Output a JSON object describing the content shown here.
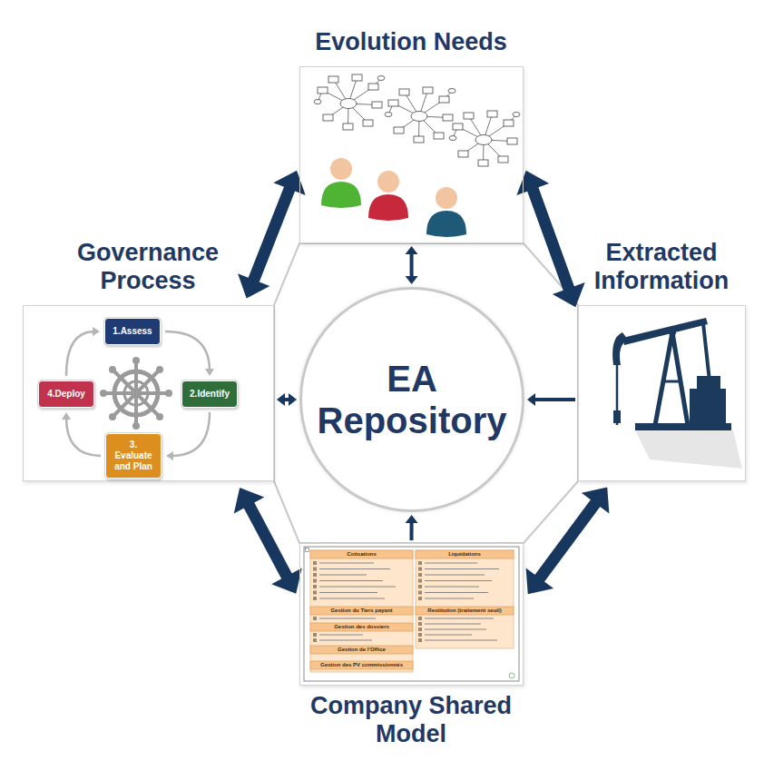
{
  "diagram": {
    "nodes": [
      {
        "text": [
          "Evolution Needs"
        ]
      },
      {
        "text": [
          "Governance Process"
        ]
      },
      {
        "text": [
          "1.Assess"
        ],
        "in": 1
      },
      {
        "text": [
          "2.Identify"
        ],
        "in": 1
      },
      {
        "text": [
          "3. Evaluate and Plan"
        ],
        "in": 1
      },
      {
        "text": [
          "4.Deploy"
        ],
        "in": 1
      },
      {
        "text": [
          "EA Repository"
        ]
      },
      {
        "text": [
          "Extracted Information"
        ]
      },
      {
        "text": [
          "Company Shared Model"
        ]
      }
    ],
    "edges": [
      {
        "from": 1,
        "to": 0,
        "arrow": "both"
      },
      {
        "from": 0,
        "to": 7,
        "arrow": "both"
      },
      {
        "from": 7,
        "to": 8,
        "arrow": "both"
      },
      {
        "from": 8,
        "to": 1,
        "arrow": "both"
      },
      {
        "from": 0,
        "to": 6,
        "arrow": "both"
      },
      {
        "from": 1,
        "to": 6,
        "arrow": "both"
      },
      {
        "from": 7,
        "to": 6,
        "arrow": "to"
      },
      {
        "from": 8,
        "to": 6,
        "arrow": "to"
      },
      {
        "from": 2,
        "to": 3,
        "arrow": "to"
      },
      {
        "from": 3,
        "to": 4,
        "arrow": "to"
      },
      {
        "from": 4,
        "to": 5,
        "arrow": "to"
      },
      {
        "from": 5,
        "to": 2,
        "arrow": "to"
      }
    ],
    "labels": [
      "Cotisations",
      "Liquidations",
      "Gestion du Tiers payant",
      "Restitution (traitement seuil)",
      "Gestion des dossiers",
      "Gestion de l'Office",
      "Gestion des PV commissionnés"
    ]
  }
}
